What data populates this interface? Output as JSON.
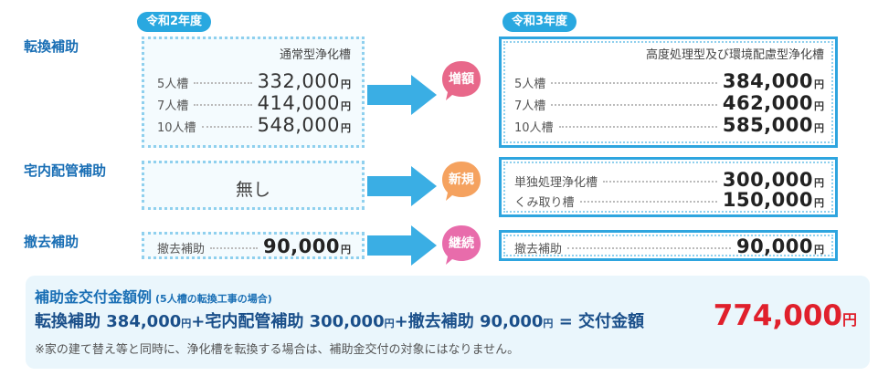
{
  "years": {
    "before": "令和2年度",
    "after": "令和3年度"
  },
  "rows": {
    "conversion": {
      "label": "転換補助",
      "before": {
        "title": "通常型浄化槽",
        "items": [
          {
            "label": "5人槽",
            "amount": "332,000",
            "unit": "円"
          },
          {
            "label": "7人槽",
            "amount": "414,000",
            "unit": "円"
          },
          {
            "label": "10人槽",
            "amount": "548,000",
            "unit": "円"
          }
        ]
      },
      "badge": "増額",
      "after": {
        "title": "高度処理型及び環境配慮型浄化槽",
        "items": [
          {
            "label": "5人槽",
            "amount": "384,000",
            "unit": "円"
          },
          {
            "label": "7人槽",
            "amount": "462,000",
            "unit": "円"
          },
          {
            "label": "10人槽",
            "amount": "585,000",
            "unit": "円"
          }
        ]
      }
    },
    "piping": {
      "label": "宅内配管補助",
      "before": {
        "text": "無し"
      },
      "badge": "新規",
      "after": {
        "items": [
          {
            "label": "単独処理浄化槽",
            "amount": "300,000",
            "unit": "円"
          },
          {
            "label": "くみ取り槽",
            "amount": "150,000",
            "unit": "円"
          }
        ]
      }
    },
    "removal": {
      "label": "撤去補助",
      "before": {
        "label": "撤去補助",
        "amount": "90,000",
        "unit": "円"
      },
      "badge": "継続",
      "after": {
        "label": "撤去補助",
        "amount": "90,000",
        "unit": "円"
      }
    }
  },
  "example": {
    "title": "補助金交付金額例",
    "subtitle": "(5人槽の転換工事の場合)",
    "formula": {
      "t1": "転換補助 384,000",
      "y1": "円",
      "t2": "+宅内配管補助 300,000",
      "y2": "円",
      "t3": "+撤去補助 90,000",
      "y3": "円",
      "t4": " = 交付金額"
    },
    "total": "774,000",
    "total_unit": "円",
    "note": "※家の建て替え等と同時に、浄化槽を転換する場合は、補助金交付の対象にはなりません。"
  },
  "colors": {
    "accent": "#29a8e0",
    "label": "#1a6fb5",
    "badge_increase": "#e8688a",
    "badge_new": "#f5a25f",
    "badge_continue": "#e86cab",
    "total": "#e0202c"
  }
}
